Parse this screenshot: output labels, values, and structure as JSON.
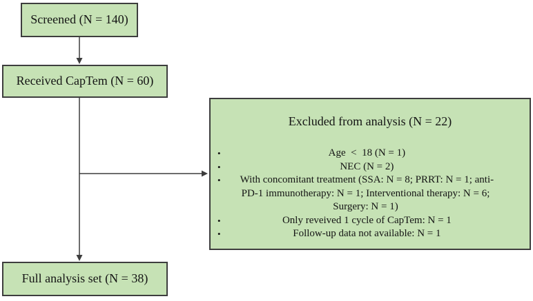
{
  "flowchart": {
    "nodes": {
      "screened": {
        "label": "Screened (N = 140)"
      },
      "received": {
        "label": "Received CapTem (N = 60)"
      },
      "full_analysis": {
        "label": "Full analysis set (N = 38)"
      },
      "excluded": {
        "title": "Excluded from analysis (N = 22)",
        "bullets": [
          "Age  <  18 (N = 1)",
          "NEC (N = 2)",
          "With concomitant treatment (SSA: N = 8; PRRT: N = 1; anti-PD-1 immunotherapy: N = 1; Interventional therapy: N = 6; Surgery: N = 1)",
          "Only reveived 1 cycle of CapTem: N = 1",
          "Follow-up data not available: N = 1"
        ]
      }
    },
    "colors": {
      "box_fill": "#c6e2b5",
      "box_border": "#3d3d3d",
      "arrow": "#3d3d3d",
      "text": "#141414"
    }
  }
}
